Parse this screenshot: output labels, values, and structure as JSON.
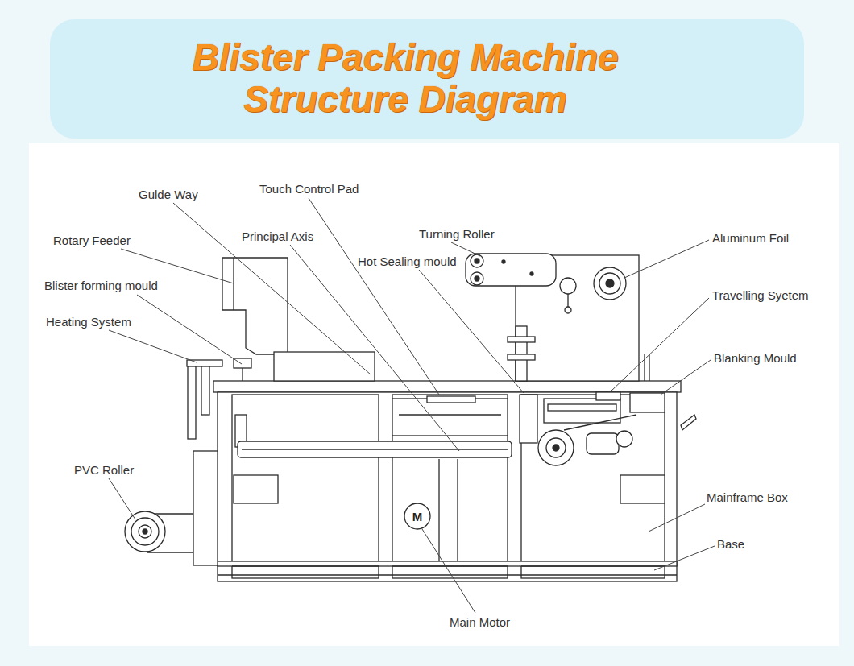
{
  "diagram": {
    "title": "Blister Packing Machine Structure Diagram",
    "labels": [
      "Gulde Way",
      "Touch Control Pad",
      "Rotary Feeder",
      "Principal Axis",
      "Turning Roller",
      "Aluminum Foil",
      "Blister forming mould",
      "Hot Sealing mould",
      "Travelling Syetem",
      "Heating System",
      "Blanking Mould",
      "PVC Roller",
      "Mainframe Box",
      "M",
      "Base",
      "Main Motor"
    ]
  }
}
